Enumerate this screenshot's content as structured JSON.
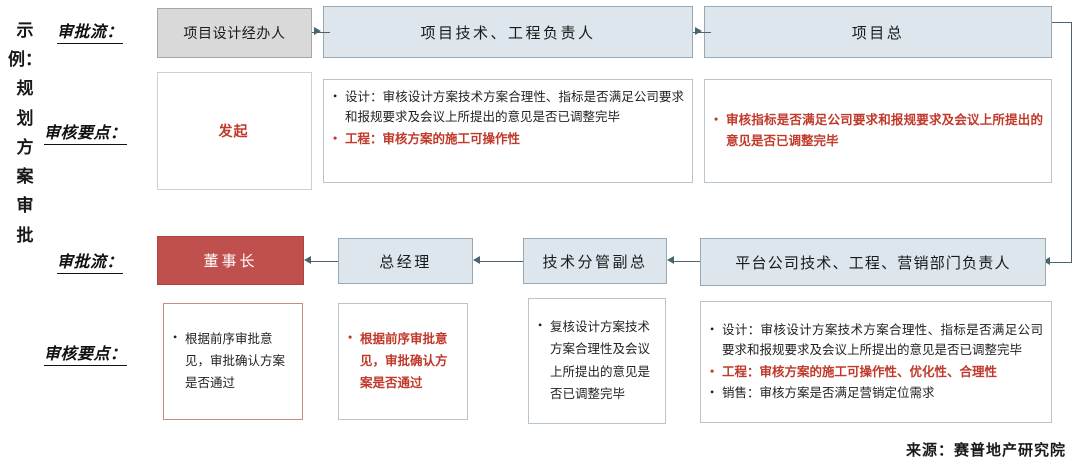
{
  "page": {
    "vertical_title": "示例：规划方案审批",
    "vertical_title_chars": [
      "示",
      "例：",
      "规",
      "划",
      "方",
      "案",
      "审",
      "批"
    ],
    "source": "来源：赛普地产研究院",
    "colors": {
      "header_blue_fill": "#dce6ec",
      "header_blue_border": "#9aa8b4",
      "header_gray_fill": "#d9d9d9",
      "header_gray_border": "#a6a6a6",
      "header_red_fill": "#c0504d",
      "accent_red_text": "#c0392b",
      "connector": "#4a6472",
      "note_border": "#b7c5d1",
      "note_red_border": "#c98a86"
    }
  },
  "labels": {
    "flow_row1": "审批流：",
    "points_row1": "审核要点：",
    "flow_row2": "审批流：",
    "points_row2": "审核要点："
  },
  "row1": {
    "nodes": [
      {
        "text": "项目设计经办人",
        "style": "gray"
      },
      {
        "text": "项目技术、工程负责人",
        "style": "blue"
      },
      {
        "text": "项目总",
        "style": "blue"
      }
    ],
    "notes": [
      {
        "kind": "centered",
        "text": "发起"
      },
      {
        "kind": "bullets",
        "items": [
          {
            "text": "设计：审核设计方案技术方案合理性、指标是否满足公司要求和报规要求及会议上所提出的意见是否已调整完毕",
            "red": false
          },
          {
            "text": "工程：审核方案的施工可操作性",
            "red": true
          }
        ]
      },
      {
        "kind": "bullets",
        "items": [
          {
            "text": "审核指标是否满足公司要求和报规要求及会议上所提出的意见是否已调整完毕",
            "red": true
          }
        ]
      }
    ]
  },
  "row2": {
    "nodes": [
      {
        "text": "董事长",
        "style": "red"
      },
      {
        "text": "总经理",
        "style": "blue"
      },
      {
        "text": "技术分管副总",
        "style": "blue"
      },
      {
        "text": "平台公司技术、工程、营销部门负责人",
        "style": "blue"
      }
    ],
    "notes": [
      {
        "kind": "bullets",
        "items": [
          {
            "text": "根据前序审批意见，审批确认方案是否通过",
            "red": false
          }
        ]
      },
      {
        "kind": "bullets",
        "items": [
          {
            "text": "根据前序审批意见，审批确认方案是否通过",
            "red": true
          }
        ]
      },
      {
        "kind": "bullets",
        "items": [
          {
            "text": "复核设计方案技术方案合理性及会议上所提出的意见是否已调整完毕",
            "red": false
          }
        ]
      },
      {
        "kind": "bullets",
        "items": [
          {
            "text": "设计：审核设计方案技术方案合理性、指标是否满足公司要求和报规要求及会议上所提出的意见是否已调整完毕",
            "red": false
          },
          {
            "text": "工程：审核方案的施工可操作性、优化性、合理性",
            "red": true
          },
          {
            "text": "销售：审核方案是否满足营销定位需求",
            "red": false
          }
        ]
      }
    ]
  }
}
